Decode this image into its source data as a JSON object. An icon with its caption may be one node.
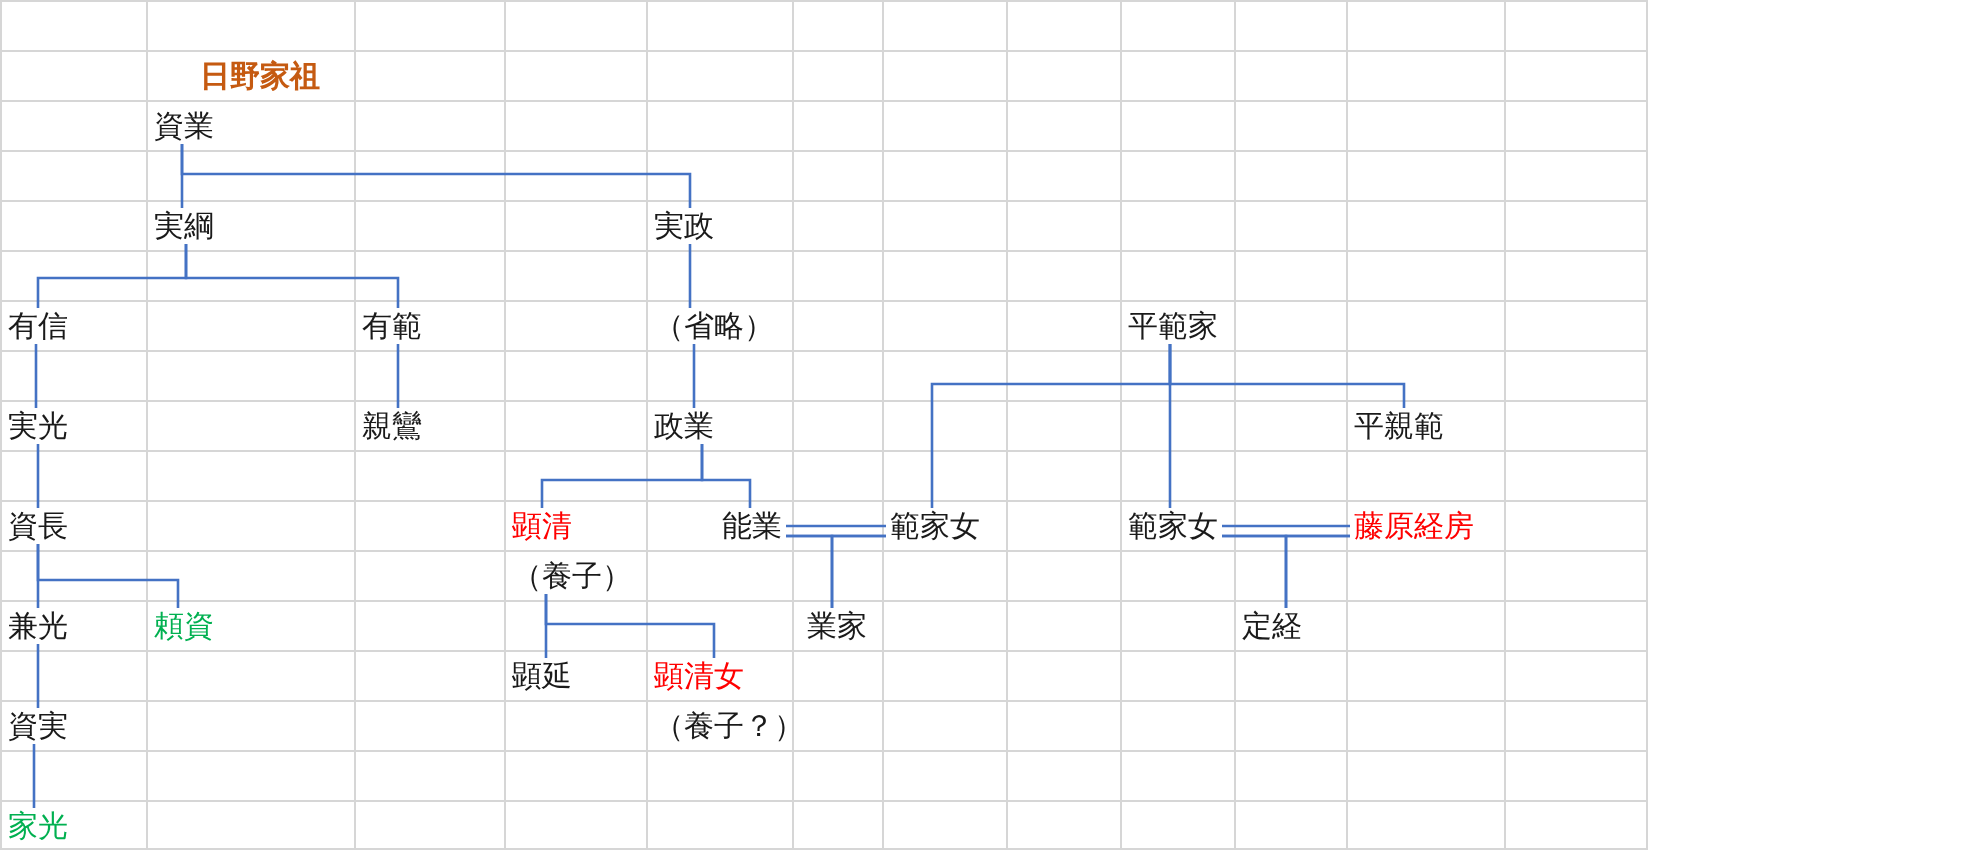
{
  "diagram": {
    "title": "日野家祖",
    "nodes": [
      {
        "text": [
          "資業"
        ]
      },
      {
        "text": [
          "実綱"
        ]
      },
      {
        "text": [
          "実政"
        ]
      },
      {
        "text": [
          "有信"
        ]
      },
      {
        "text": [
          "有範"
        ]
      },
      {
        "text": [
          "（省略）"
        ]
      },
      {
        "text": [
          "平範家"
        ]
      },
      {
        "text": [
          "実光"
        ]
      },
      {
        "text": [
          "親鸞"
        ]
      },
      {
        "text": [
          "政業"
        ]
      },
      {
        "text": [
          "平親範"
        ]
      },
      {
        "text": [
          "資長"
        ]
      },
      {
        "text": [
          "顕清"
        ],
        "beside": [
          "（養子）"
        ]
      },
      {
        "text": [
          "能業"
        ]
      },
      {
        "text": [
          "範家女"
        ]
      },
      {
        "text": [
          "範家女"
        ]
      },
      {
        "text": [
          "藤原経房"
        ]
      },
      {
        "text": [
          "兼光"
        ]
      },
      {
        "text": [
          "頼資"
        ]
      },
      {
        "text": [
          "業家"
        ]
      },
      {
        "text": [
          "定経"
        ]
      },
      {
        "text": [
          "顕延"
        ]
      },
      {
        "text": [
          "顕清女"
        ],
        "beside": [
          "（養子？）"
        ]
      },
      {
        "text": [
          "資実"
        ]
      },
      {
        "text": [
          "家光"
        ]
      }
    ],
    "edges": [
      {
        "from": 0,
        "to": 1,
        "arrow": "none"
      },
      {
        "from": 0,
        "to": 2,
        "arrow": "none"
      },
      {
        "from": 1,
        "to": 3,
        "arrow": "none"
      },
      {
        "from": 1,
        "to": 4,
        "arrow": "none"
      },
      {
        "from": 2,
        "to": 5,
        "arrow": "none"
      },
      {
        "from": 5,
        "to": 9,
        "arrow": "none"
      },
      {
        "from": 3,
        "to": 7,
        "arrow": "none"
      },
      {
        "from": 4,
        "to": 8,
        "arrow": "none"
      },
      {
        "from": 7,
        "to": 11,
        "arrow": "none"
      },
      {
        "from": 9,
        "to": 12,
        "arrow": "none"
      },
      {
        "from": 9,
        "to": 13,
        "arrow": "none"
      },
      {
        "from": 6,
        "to": 14,
        "arrow": "none"
      },
      {
        "from": 6,
        "to": 10,
        "arrow": "none"
      },
      {
        "from": 6,
        "to": 15,
        "arrow": "none"
      },
      {
        "from": 13,
        "to": 14,
        "arrow": "none"
      },
      {
        "from": 13,
        "to": 19,
        "arrow": "none"
      },
      {
        "from": 14,
        "to": 19,
        "arrow": "none"
      },
      {
        "from": 15,
        "to": 16,
        "arrow": "none"
      },
      {
        "from": 15,
        "to": 20,
        "arrow": "none"
      },
      {
        "from": 16,
        "to": 20,
        "arrow": "none"
      },
      {
        "from": 11,
        "to": 17,
        "arrow": "none"
      },
      {
        "from": 11,
        "to": 18,
        "arrow": "none"
      },
      {
        "from": 12,
        "to": 21,
        "arrow": "none"
      },
      {
        "from": 12,
        "to": 22,
        "arrow": "none"
      },
      {
        "from": 17,
        "to": 23,
        "arrow": "none"
      },
      {
        "from": 23,
        "to": 24,
        "arrow": "none"
      }
    ]
  }
}
